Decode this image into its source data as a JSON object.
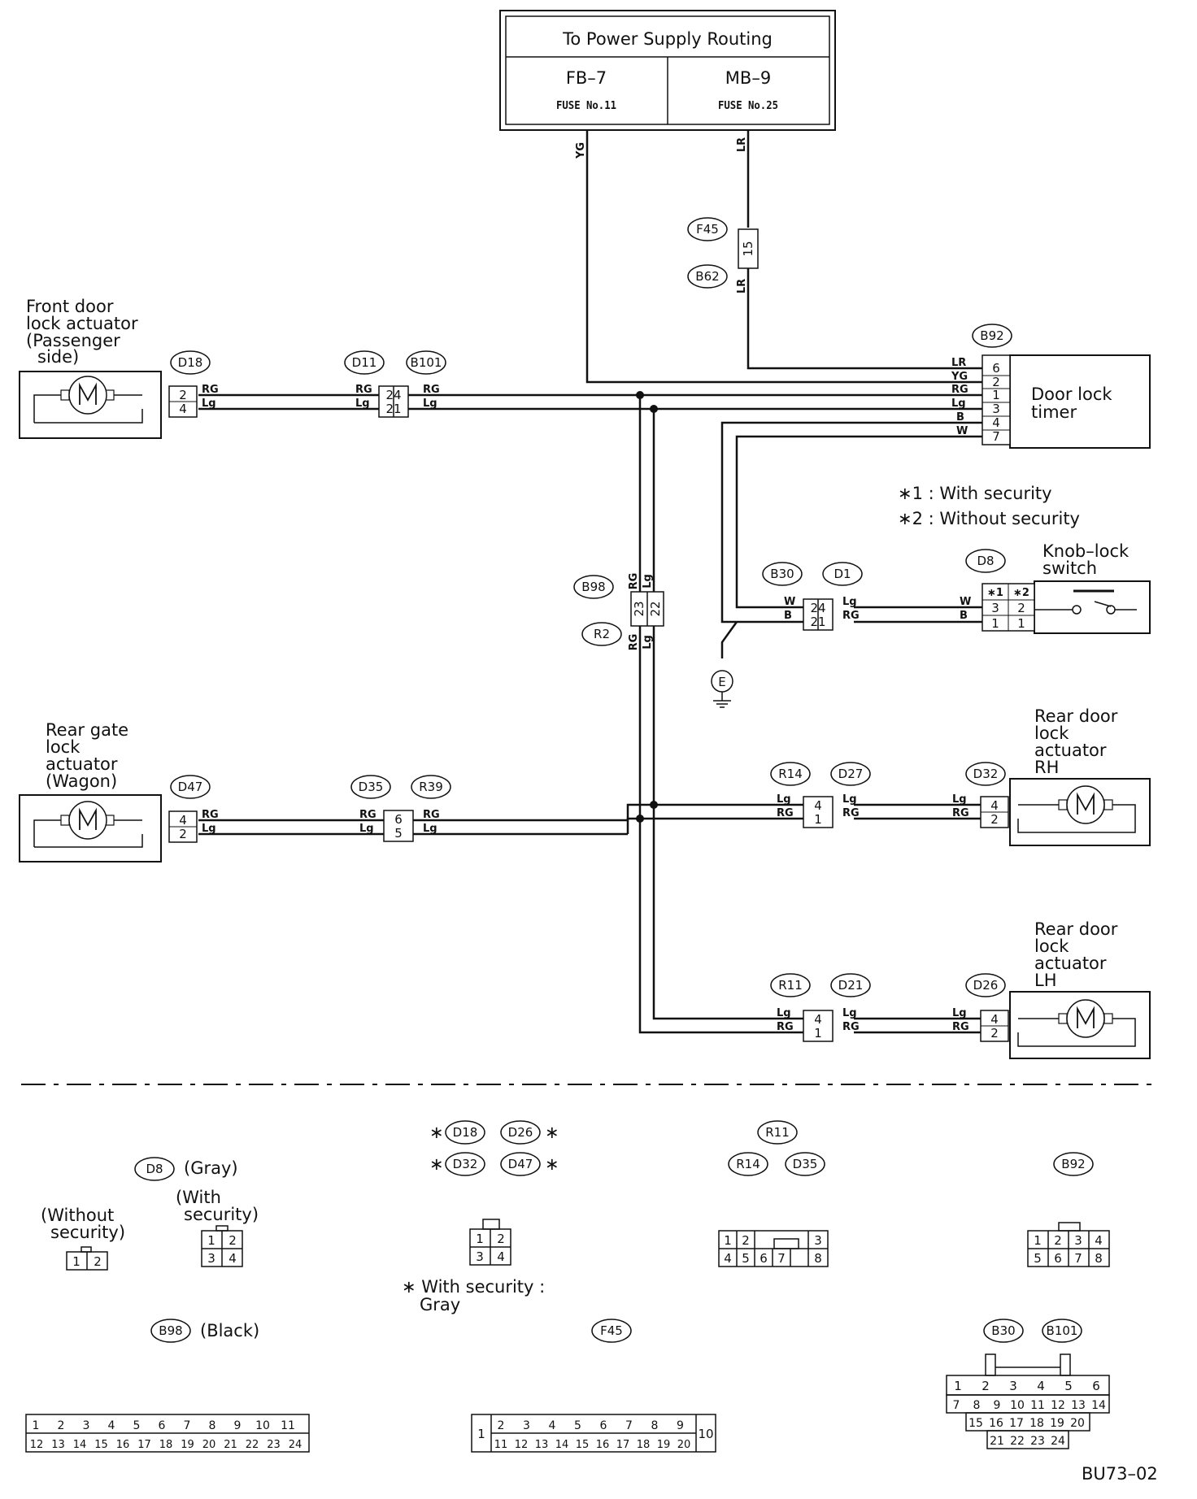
{
  "power": {
    "title": "To Power Supply Routing",
    "left": "FB–7",
    "left_fuse": "FUSE No.11",
    "right": "MB–9",
    "right_fuse": "FUSE No.25"
  },
  "wires": {
    "yg": "YG",
    "lr": "LR",
    "rg": "RG",
    "lg": "Lg",
    "w": "W",
    "b": "B"
  },
  "components": {
    "front_door": [
      "Front door",
      "lock actuator",
      "(Passenger",
      "side)"
    ],
    "timer": [
      "Door lock",
      "timer"
    ],
    "knob": [
      "Knob–lock",
      "switch"
    ],
    "rear_gate": [
      "Rear gate",
      "lock",
      "actuator",
      "(Wagon)"
    ],
    "rear_rh": [
      "Rear door",
      "lock",
      "actuator",
      "RH"
    ],
    "rear_lh": [
      "Rear door",
      "lock",
      "actuator",
      "LH"
    ],
    "ground": "E"
  },
  "notes": {
    "n1": "∗1 : With security",
    "n2": "∗2 : Without security"
  },
  "conn": {
    "F45": "F45",
    "B62": "B62",
    "B92": "B92",
    "D18": "D18",
    "D11": "D11",
    "B101": "B101",
    "B98": "B98",
    "R2": "R2",
    "B30": "B30",
    "D1": "D1",
    "D8": "D8",
    "D47": "D47",
    "D35": "D35",
    "R39": "R39",
    "R14": "R14",
    "D27": "D27",
    "D32": "D32",
    "R11": "R11",
    "D21": "D21",
    "D26": "D26"
  },
  "pins": {
    "f45": "15",
    "b92": [
      "6",
      "2",
      "1",
      "3",
      "4",
      "7"
    ],
    "d11": [
      "24",
      "21"
    ],
    "b98": [
      "23",
      "22"
    ],
    "b30": [
      "24",
      "21"
    ],
    "d8a": "∗1",
    "d8b": "∗2",
    "d8": [
      "3",
      "2",
      "1",
      "1"
    ],
    "p2": "2",
    "p4": "4",
    "p1": "1",
    "p5": "5",
    "p6": "6"
  },
  "legend": {
    "gray": "(Gray)",
    "black": "(Black)",
    "without": [
      "(Without",
      "security)"
    ],
    "with": [
      "(With",
      "security)"
    ],
    "with_security": [
      "∗ With security :",
      "Gray"
    ],
    "star": "∗",
    "d8_without": [
      "1",
      "2"
    ],
    "d8_with": [
      "1",
      "2",
      "3",
      "4"
    ],
    "grp4": [
      "1",
      "2",
      "3",
      "4"
    ],
    "r11_top": [
      "1",
      "2",
      "3"
    ],
    "r11_bot": [
      "4",
      "5",
      "6",
      "7",
      "8"
    ],
    "b92_top": [
      "1",
      "2",
      "3",
      "4"
    ],
    "b92_bot": [
      "5",
      "6",
      "7",
      "8"
    ],
    "b98_top": [
      "1",
      "2",
      "3",
      "4",
      "5",
      "6",
      "7",
      "8",
      "9",
      "10",
      "11"
    ],
    "b98_bot": [
      "12",
      "13",
      "14",
      "15",
      "16",
      "17",
      "18",
      "19",
      "20",
      "21",
      "22",
      "23",
      "24"
    ],
    "f45_first": "1",
    "f45_last": "10",
    "f45_top": [
      "2",
      "3",
      "4",
      "5",
      "6",
      "7",
      "8",
      "9"
    ],
    "f45_bot": [
      "11",
      "12",
      "13",
      "14",
      "15",
      "16",
      "17",
      "18",
      "19",
      "20"
    ],
    "b30_r1": [
      "1",
      "2",
      "3",
      "4",
      "5",
      "6"
    ],
    "b30_r2": [
      "7",
      "8",
      "9",
      "10",
      "11",
      "12",
      "13",
      "14"
    ],
    "b30_r3": [
      "15",
      "16",
      "17",
      "18",
      "19",
      "20"
    ],
    "b30_r4": [
      "21",
      "22",
      "23",
      "24"
    ]
  },
  "code": "BU73–02"
}
